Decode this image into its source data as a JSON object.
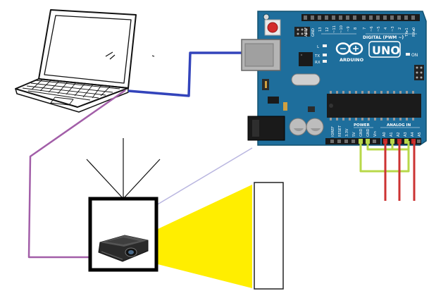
{
  "board": {
    "model": "UNO",
    "brand": "ARDUINO",
    "digital_label": "DIGITAL (PWM ~)",
    "on_label": "ON",
    "aref": "AREF",
    "gnd": "GND",
    "pin13": "13",
    "pin12": "12",
    "pin11": "~11",
    "pin10": "~10",
    "pin9": "~9",
    "pin8": "8",
    "pin7": "7",
    "pin6": "~6",
    "pin5": "~5",
    "pin4": "4",
    "pin3": "~3",
    "pin2": "2",
    "tx1": "TX▸1",
    "rx0": "RX◂0",
    "led_l": "L",
    "led_tx": "TX",
    "led_rx": "RX",
    "power_label": "POWER",
    "analog_label": "ANALOG IN",
    "ioref": "IOREF",
    "reset": "RESET",
    "v33": "3.3V",
    "v5": "5V",
    "gnd1": "GND",
    "gnd2": "GND",
    "vin": "Vin",
    "a0": "A0",
    "a1": "A1",
    "a2": "A2",
    "a3": "A3",
    "a4": "A4",
    "a5": "A5"
  },
  "colors": {
    "board": "#1e6e9c",
    "usb_cable": "#3344bb",
    "projector_cable": "#a25ea8",
    "signal_arrow": "#b9b6e0",
    "light_beam": "#ffee00",
    "jumper_green": "#b8d84a",
    "wire_red": "#cc3333"
  }
}
